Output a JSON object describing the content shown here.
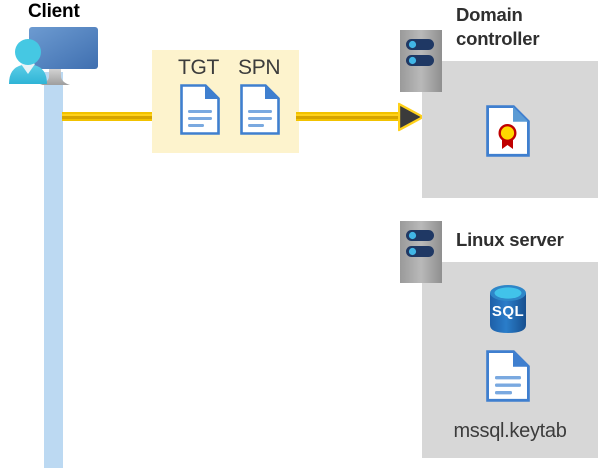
{
  "diagram": {
    "title_client": "Client",
    "title_domain_controller": "Domain\ncontroller",
    "domain_controller_line1": "Domain",
    "domain_controller_line2": "controller",
    "title_linux_server": "Linux server",
    "message_labels": {
      "tgt": "TGT",
      "spn": "SPN"
    },
    "keytab_filename": "mssql.keytab",
    "icons": {
      "client": "client-workstation-icon",
      "tgt_document": "document-icon",
      "spn_document": "document-icon",
      "domain_controller_rack": "server-rack-icon",
      "linux_server_rack": "server-rack-icon",
      "certificate": "certificate-document-icon",
      "sql_database": "sql-database-icon",
      "keytab_document": "document-icon",
      "flow_arrow": "arrow-right-icon"
    },
    "colors": {
      "lifeline": "#bcd9f2",
      "message_box": "#fdf3cd",
      "flow_line": "#ffd11a",
      "flow_line_core": "#d6a400",
      "panel": "#d7d7d7",
      "rack_body": "#a6a6a6",
      "rack_slot": "#1f3864",
      "rack_led": "#41b6e6",
      "document_border": "#3f7fcf",
      "document_fold": "#3f7fcf",
      "document_lines": "#7aa9e0",
      "certificate_seal": "#ffd800",
      "certificate_ribbon": "#c00000",
      "sql_body": "#1f68b5",
      "sql_top": "#41b6e6",
      "monitor": "#4a7ebb",
      "person": "#41c4e0",
      "title_dark": "#2f2f2f",
      "label_gray": "#3c3c3c"
    }
  }
}
